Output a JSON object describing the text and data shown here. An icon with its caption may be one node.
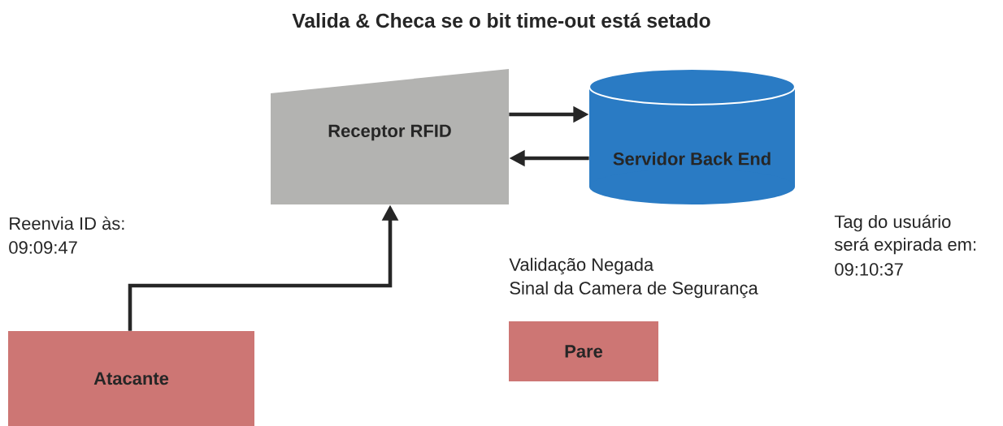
{
  "diagram": {
    "title": "Valida & Checa se o bit time-out está setado",
    "nodes": [
      {
        "text": [
          "Receptor RFID"
        ]
      },
      {
        "text": [
          "Servidor Back End"
        ]
      },
      {
        "text": [
          "Atacante"
        ]
      },
      {
        "text": [
          "Pare"
        ]
      }
    ],
    "edges": [
      {
        "from": 0,
        "to": 1,
        "arrow": "to"
      },
      {
        "from": 1,
        "to": 0,
        "arrow": "to"
      },
      {
        "from": 2,
        "to": 0,
        "arrow": "to"
      }
    ],
    "labels": [
      "Reenvia ID às:",
      "09:09:47",
      "Validação Negada",
      "Sinal da Camera de Segurança",
      "Tag do usuário",
      "será expirada em:",
      "09:10:37"
    ]
  }
}
